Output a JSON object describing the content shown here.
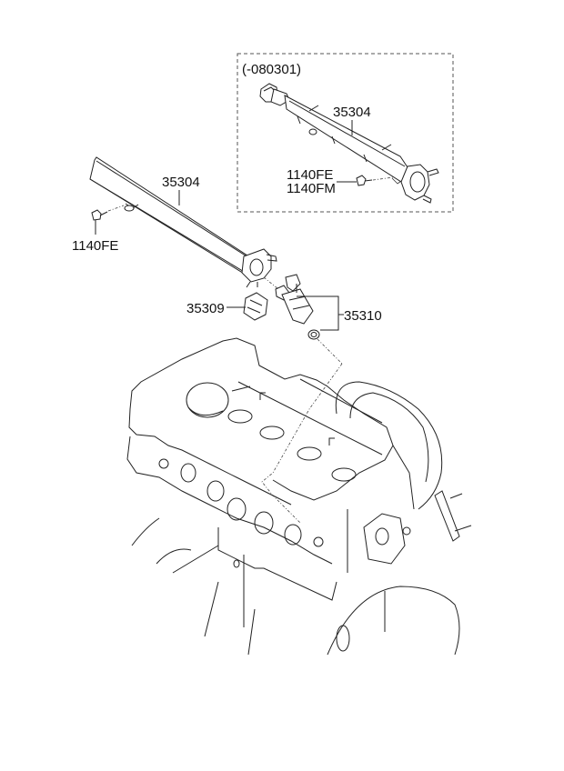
{
  "diagram": {
    "title": "Fuel Rail & Injector Assembly",
    "variant_box": {
      "label": "(-080301)",
      "rail_part": "35304",
      "bolt_parts": [
        "1140FE",
        "1140FM"
      ]
    },
    "main": {
      "rail_part": "35304",
      "bolt_part": "1140FE",
      "insulator_part": "35309",
      "injector_part": "35310"
    }
  }
}
